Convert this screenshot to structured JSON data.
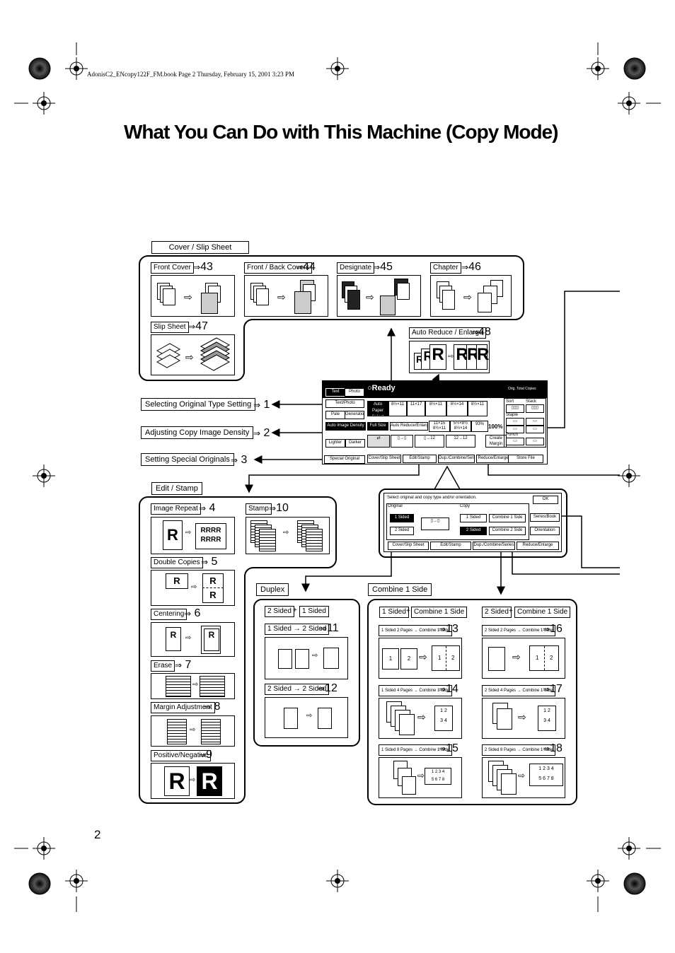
{
  "header": {
    "line": "AdonisC2_ENcopy122F_FM.book  Page 2  Thursday, February 15, 2001  3:23 PM"
  },
  "title": "What You Can Do with This Machine (Copy Mode)",
  "page_number": "2",
  "arrow": "⇒",
  "cover_slip": {
    "label": "Cover / Slip Sheet",
    "items": [
      {
        "label": "Front Cover",
        "ref": "43"
      },
      {
        "label": "Front / Back Covers",
        "ref": "44"
      },
      {
        "label": "Designate",
        "ref": "45"
      },
      {
        "label": "Chapter",
        "ref": "46"
      },
      {
        "label": "Slip Sheet",
        "ref": "47"
      }
    ]
  },
  "auto_reduce": {
    "label": "Auto Reduce / Enlarge",
    "ref": "48"
  },
  "callouts": [
    {
      "label": "Selecting Original Type Setting",
      "ref": "1"
    },
    {
      "label": "Adjusting Copy Image Density",
      "ref": "2"
    },
    {
      "label": "Setting Special Originals",
      "ref": "3"
    }
  ],
  "edit_stamp": {
    "label": "Edit / Stamp",
    "items": [
      {
        "label": "Image Repeat",
        "ref": "4"
      },
      {
        "label": "Stamp",
        "ref": "10"
      },
      {
        "label": "Double Copies",
        "ref": "5"
      },
      {
        "label": "Centering",
        "ref": "6"
      },
      {
        "label": "Erase",
        "ref": "7"
      },
      {
        "label": "Margin Adjustment",
        "ref": "8"
      },
      {
        "label": "Positive/Negative",
        "ref": "9"
      }
    ]
  },
  "duplex": {
    "label": "Duplex",
    "mode_a": "2 Sided",
    "plus": "+",
    "mode_b": "1 Sided",
    "items": [
      {
        "label": "1 Sided → 2 Sided",
        "ref": "11"
      },
      {
        "label": "2 Sided → 2 Sided",
        "ref": "12"
      }
    ]
  },
  "combine": {
    "label": "Combine 1 Side",
    "left_head": {
      "a": "1 Sided",
      "b": "Combine 1 Side"
    },
    "right_head": {
      "a": "2 Sided",
      "b": "Combine 1 Side"
    },
    "items": [
      {
        "label": "1 Sided 2 Pages → Combine 1 Side",
        "ref": "13"
      },
      {
        "label": "2 Sided 2 Pages → Combine 1 Side",
        "ref": "16"
      },
      {
        "label": "1 Sided 4 Pages → Combine 1 Side",
        "ref": "14"
      },
      {
        "label": "2 Sided 4 Pages → Combine 1 Side",
        "ref": "17"
      },
      {
        "label": "1 Sided 8 Pages → Combine 1 Side",
        "ref": "15"
      },
      {
        "label": "2 Sided 8 Pages → Combine 1 Side",
        "ref": "18"
      }
    ]
  },
  "panel": {
    "ready": "Ready",
    "text": "Text",
    "photo": "Photo",
    "text_photo": "Text/Photo",
    "pale": "Pale",
    "generation": "Generation",
    "auto_density": "Auto Image Density",
    "lighter": "Lighter",
    "darker": "Darker",
    "special": "Special Original",
    "auto_paper": "Auto Paper Select",
    "full_size": "Full Size",
    "auto_reduce": "Auto Reduce/Enlarge",
    "zoom": "100%",
    "create_margin": "Create Margin",
    "tabs": [
      "Cover/Slip Sheet",
      "Edit/Stamp",
      "Dup./Combine/Series",
      "Reduce/Enlarge"
    ],
    "store_file": "Store File",
    "sort": "Sort",
    "stack": "Stack",
    "staple": "Staple",
    "punch": "Punch",
    "counters": [
      "Orig.",
      "Total",
      "Copies"
    ],
    "papers": [
      "8½×11",
      "11×17",
      "8½×11",
      "8½×14",
      "8½×11"
    ],
    "scales": [
      "11×15 8½×11",
      "5½×8½ 8½×14",
      "93%"
    ]
  },
  "dialog": {
    "instruction": "Select original and copy type and/or orientation.",
    "ok": "OK",
    "original": "Original",
    "copy": "Copy",
    "one_sided": "1 Sided",
    "two_sided": "2 Sided",
    "combine_1": "Combine 1 Side",
    "combine_2": "Combine 2 Side",
    "series_book": "Series/Book",
    "orientation": "Orientation",
    "tabs": [
      "Cover/Slip Sheet",
      "Edit/Stamp",
      "Dup./Combine/Series",
      "Reduce/Enlarge"
    ]
  }
}
